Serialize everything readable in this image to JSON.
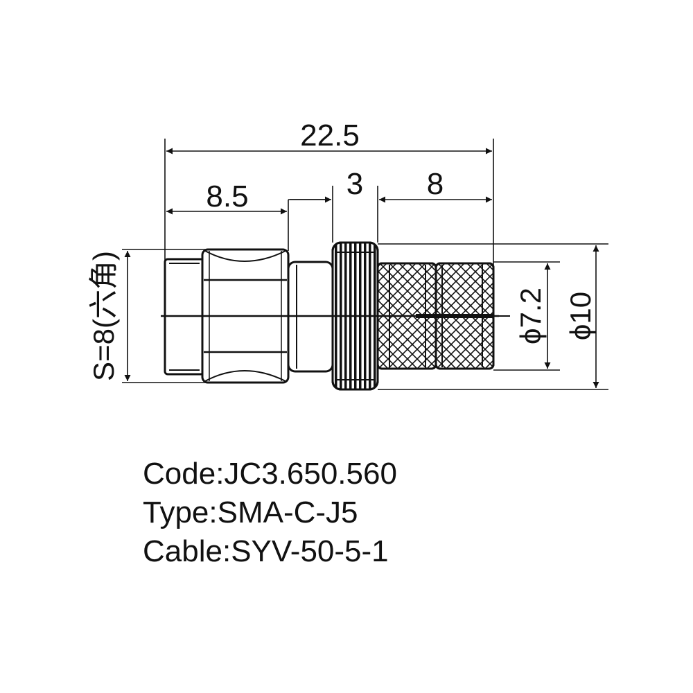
{
  "dimensions": {
    "overall_length": "22.5",
    "hex_section_length": "8.5",
    "nut_width": "3",
    "knurl_length": "8",
    "hex_size": "S=8(六角)",
    "inner_diameter": "ϕ7.2",
    "outer_diameter": "ϕ10"
  },
  "specs": {
    "code": "Code:JC3.650.560",
    "type": "Type:SMA-C-J5",
    "cable": "Cable:SYV-50-5-1"
  }
}
